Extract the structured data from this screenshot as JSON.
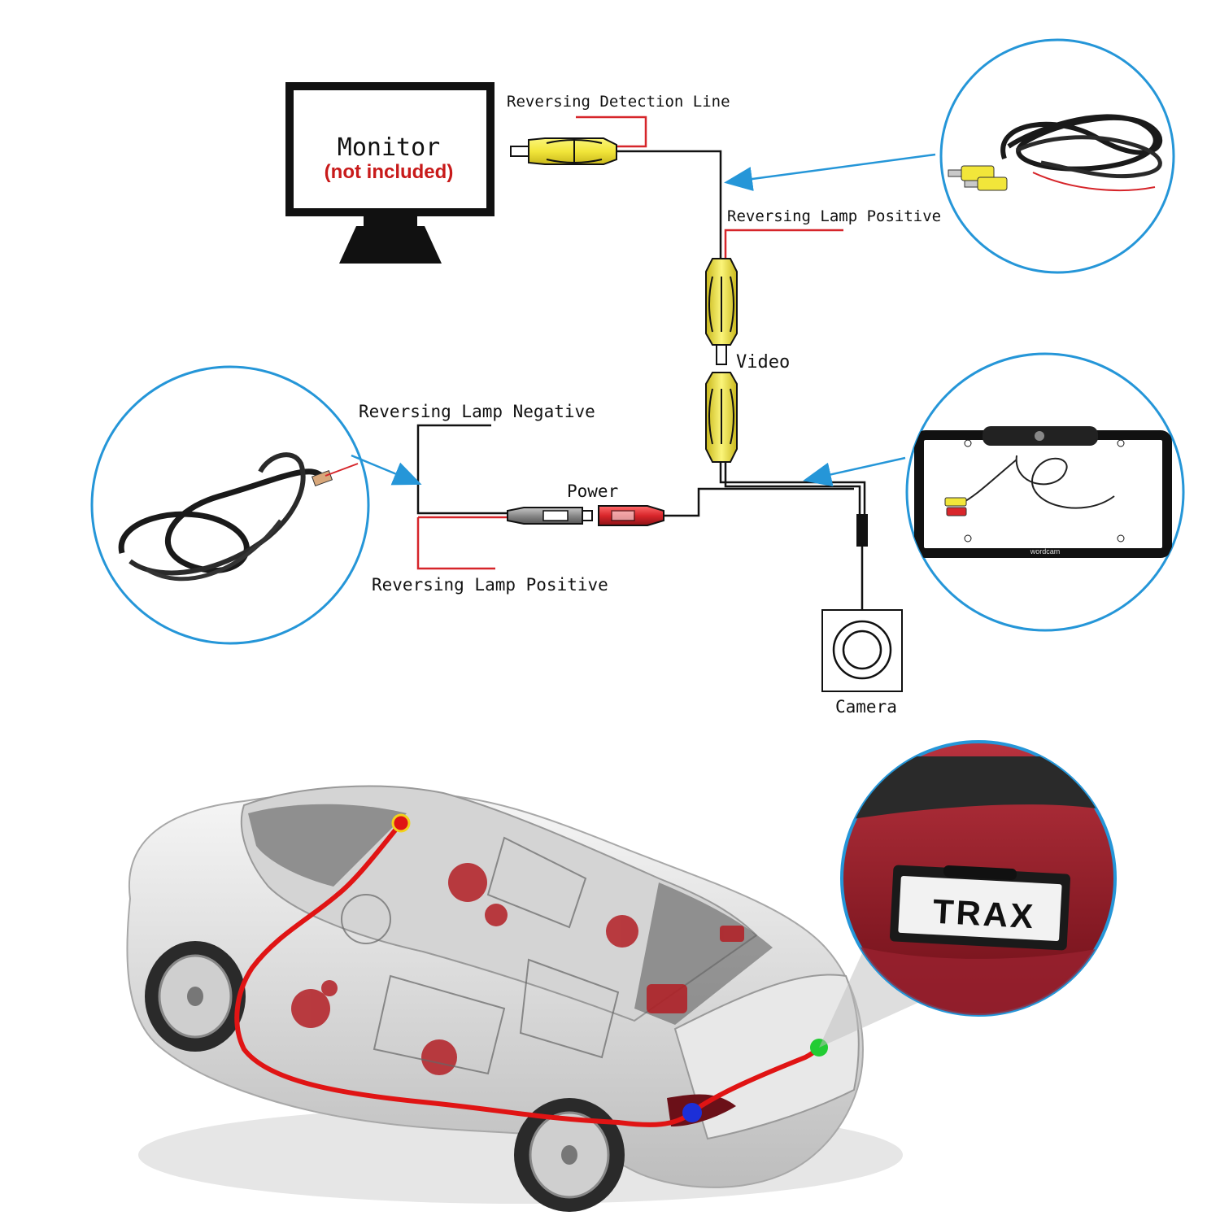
{
  "monitor": {
    "title": "Monitor",
    "note": "(not included)"
  },
  "labels": {
    "reversing_detection_line": "Reversing Detection Line",
    "reversing_lamp_positive_top": "Reversing Lamp Positive",
    "video": "Video",
    "reversing_lamp_negative": "Reversing Lamp Negative",
    "power": "Power",
    "reversing_lamp_positive_bottom": "Reversing Lamp Positive",
    "camera": "Camera"
  },
  "license_plate": {
    "text": "TRAX",
    "frame_brand": "wordcam"
  },
  "colors": {
    "wire": "#111111",
    "red_wire": "#d6252a",
    "rca_yellow": "#f2e63a",
    "rca_red": "#d9262b",
    "callout_blue": "#2596d8",
    "car_body": "#e3e3e3",
    "car_route": "#e01414"
  },
  "route_markers": [
    {
      "name": "monitor-point",
      "color": "#e01414"
    },
    {
      "name": "lamp-point",
      "color": "#1c2fd8"
    },
    {
      "name": "camera-point",
      "color": "#22cc33"
    }
  ],
  "icons": [
    "monitor-icon",
    "camera-icon",
    "extension-cable-icon",
    "power-cable-icon",
    "license-plate-camera-icon",
    "car-illustration"
  ]
}
